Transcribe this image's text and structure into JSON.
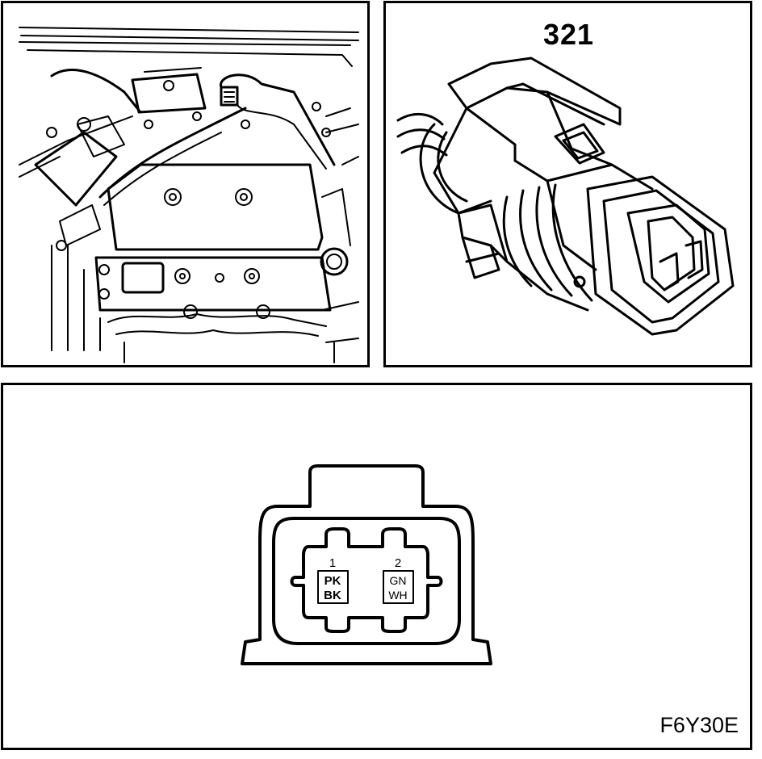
{
  "connector": {
    "number": "321"
  },
  "figure": {
    "code": "F6Y30E"
  },
  "pins": [
    {
      "number": "1",
      "wire_top": "PK",
      "wire_bottom": "BK"
    },
    {
      "number": "2",
      "wire_top": "GN",
      "wire_bottom": "WH"
    }
  ],
  "colors": {
    "line": "#000000",
    "background": "#ffffff"
  }
}
